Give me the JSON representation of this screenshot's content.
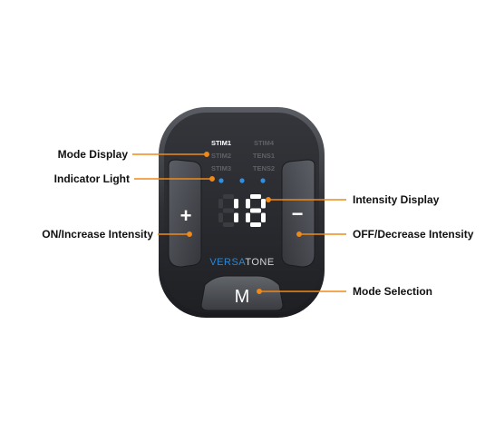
{
  "device": {
    "brand_prefix": "VERSA",
    "brand_suffix": "TONE",
    "intensity_value": "18",
    "modes": [
      {
        "label": "STIM1",
        "active": true
      },
      {
        "label": "STIM2",
        "active": false
      },
      {
        "label": "STIM3",
        "active": false
      },
      {
        "label": "STIM4",
        "active": false
      },
      {
        "label": "TENS1",
        "active": false
      },
      {
        "label": "TENS2",
        "active": false
      }
    ],
    "plus_symbol": "+",
    "minus_symbol": "−",
    "mode_button_label": "M"
  },
  "callouts": {
    "mode_display": "Mode Display",
    "indicator_light": "Indicator Light",
    "on_increase": "ON/Increase Intensity",
    "intensity_display": "Intensity Display",
    "off_decrease": "OFF/Decrease Intensity",
    "mode_selection": "Mode Selection"
  },
  "colors": {
    "leader_line": "#ef8a1a",
    "led_blue": "#2f8fe0",
    "brand_blue": "#2a86d6",
    "body_dark": "#2a2c30"
  }
}
